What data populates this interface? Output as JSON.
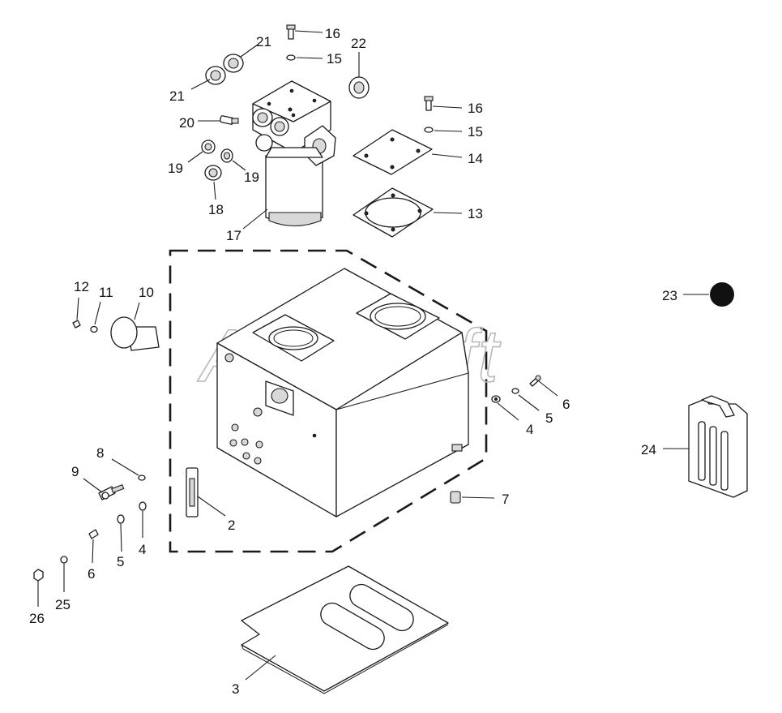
{
  "watermark": "AutoSoft",
  "callouts": {
    "c2": "2",
    "c3": "3",
    "c4a": "4",
    "c4b": "4",
    "c5a": "5",
    "c5b": "5",
    "c6a": "6",
    "c6b": "6",
    "c7": "7",
    "c8": "8",
    "c9": "9",
    "c10": "10",
    "c11": "11",
    "c12": "12",
    "c13": "13",
    "c14": "14",
    "c15a": "15",
    "c15b": "15",
    "c16a": "16",
    "c16b": "16",
    "c17": "17",
    "c18": "18",
    "c19a": "19",
    "c19b": "19",
    "c20": "20",
    "c21a": "21",
    "c21b": "21",
    "c22": "22",
    "c23": "23",
    "c24": "24",
    "c25": "25",
    "c26": "26"
  }
}
